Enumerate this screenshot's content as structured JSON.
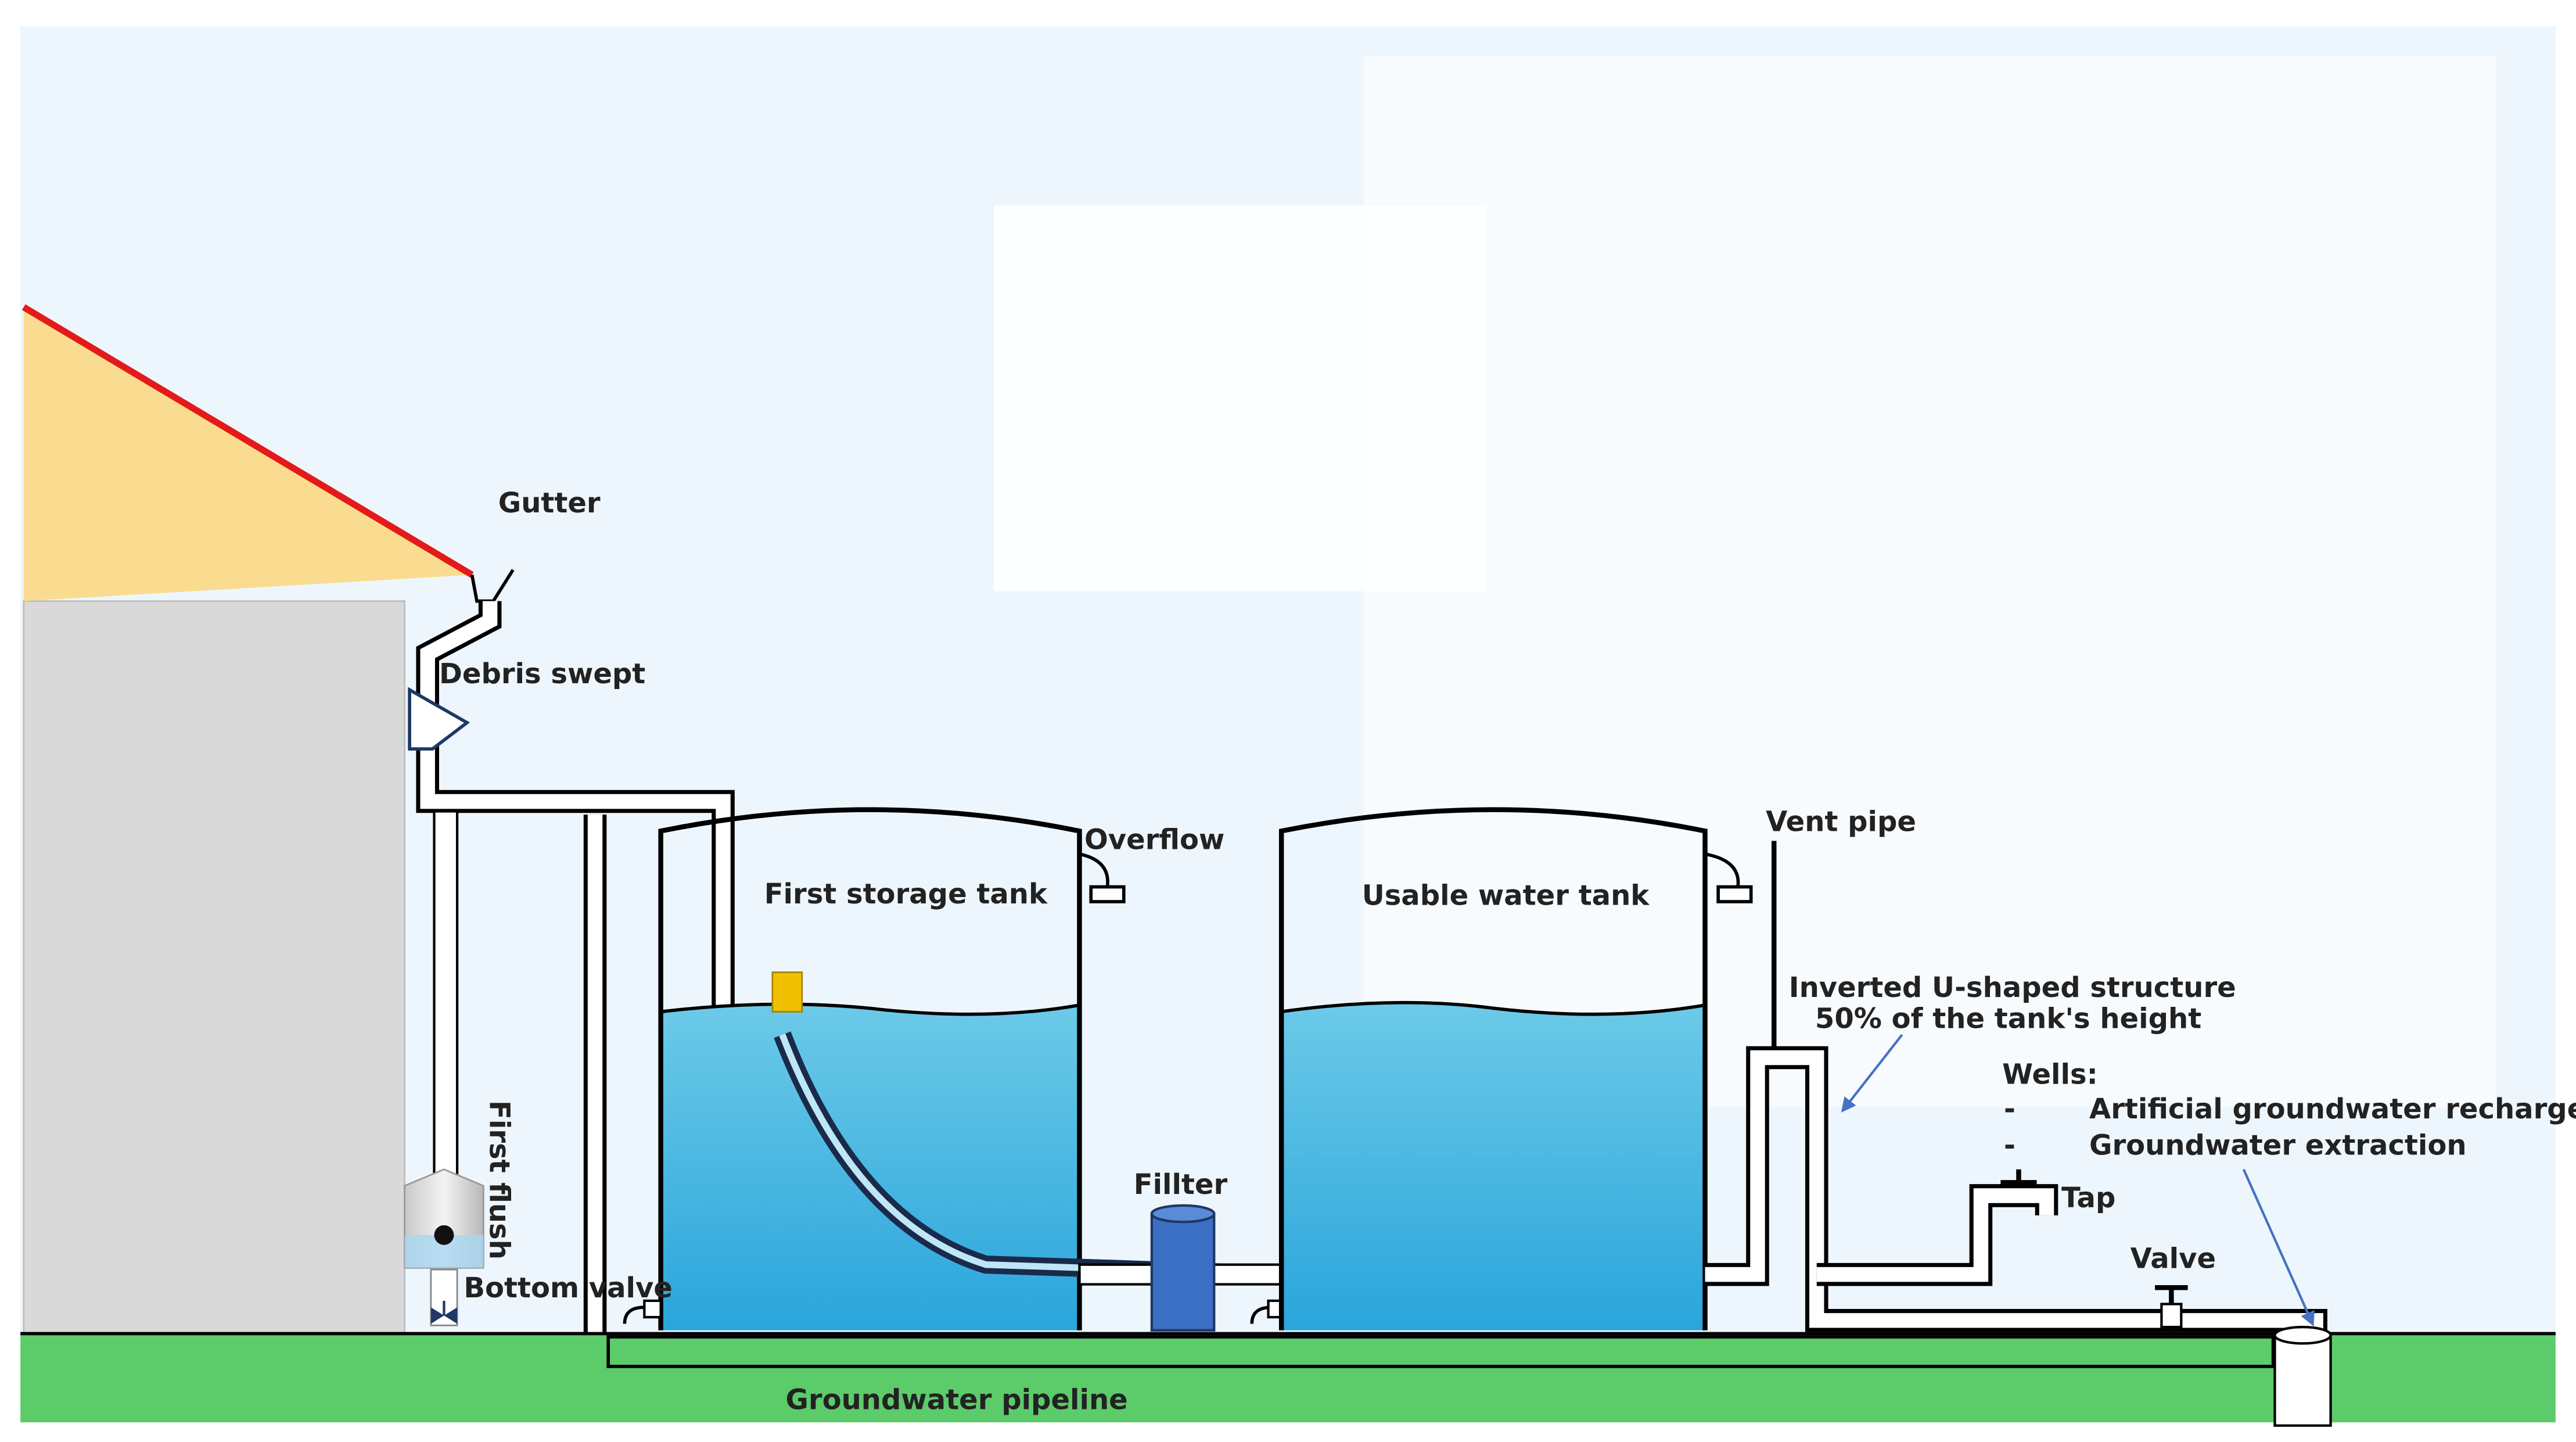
{
  "labels": {
    "gutter": "Gutter",
    "debris_swept": "Debris swept",
    "first_flush": "First flush",
    "bottom_valve": "Bottom valve",
    "first_storage_tank": "First storage tank",
    "overflow": "Overflow",
    "usable_water_tank": "Usable water tank",
    "vent_pipe": "Vent pipe",
    "fillter": "Fillter",
    "inverted_u_line1": "Inverted U-shaped structure",
    "inverted_u_line2": "50% of the tank's height",
    "wells_title": "Wells:",
    "wells_item_1": "Artificial groundwater recharge",
    "wells_item_2": "Groundwater extraction",
    "bullet_1": "-",
    "bullet_2": "-",
    "tap": "Tap",
    "valve": "Valve",
    "groundwater_pipeline": "Groundwater pipeline"
  },
  "colors": {
    "background": "#ffffff",
    "sky": "#eef6fd",
    "roof_fill": "#f9dc8f",
    "roof_edge": "#e41a1a",
    "house_wall": "#d9d9d9",
    "ground": "#5ccb6a",
    "water_top": "#6ccae8",
    "water_bottom": "#2aa5dc",
    "filter": "#3a6fc4",
    "float": "#f0c000",
    "outline": "#000000",
    "hose": "#1a2a4a",
    "arrow": "#4472c4",
    "pipe_fill": "#ffffff",
    "label_text": "#222222"
  }
}
